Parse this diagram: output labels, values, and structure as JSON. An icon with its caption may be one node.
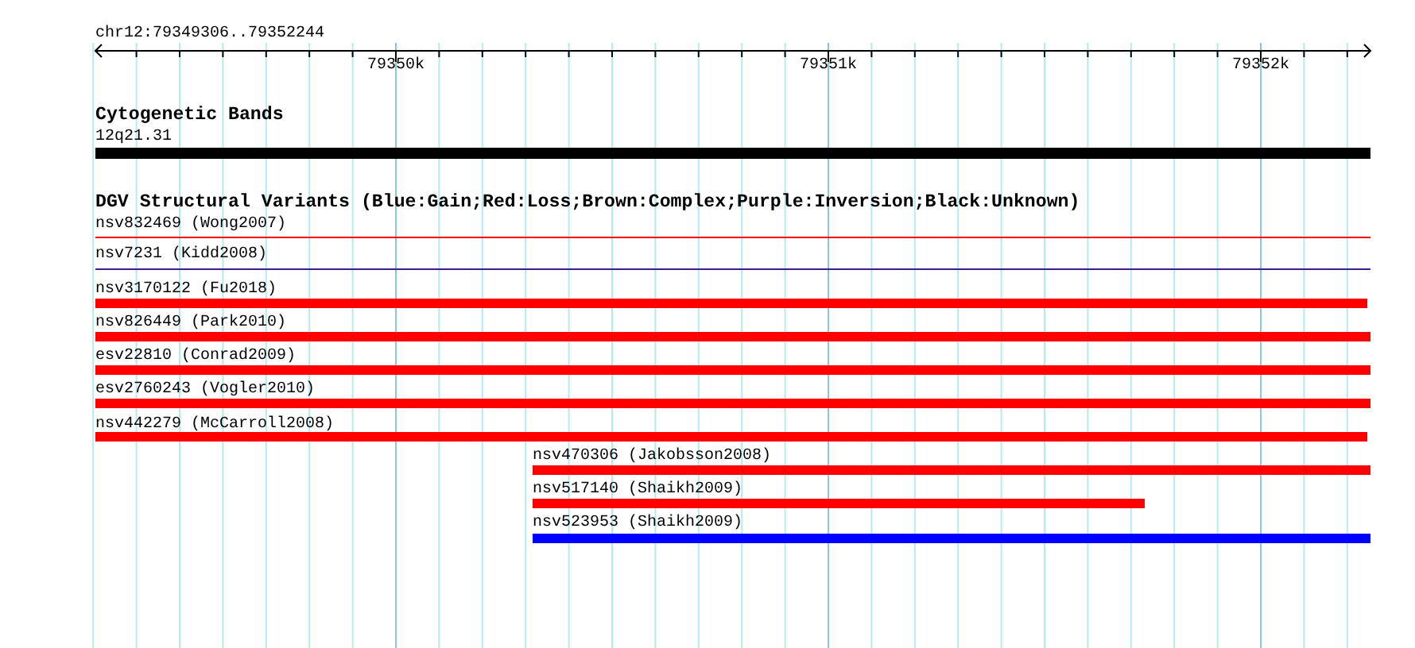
{
  "diagram": {
    "title": "chr12:79349306..79352244",
    "labels": [
      "79350k",
      "79351k",
      "79352k",
      "Cytogenetic Bands",
      "12q21.31",
      "DGV Structural Variants (Blue:Gain;Red:Loss;Brown:Complex;Purple:Inversion;Black:Unknown)",
      "nsv832469 (Wong2007)",
      "nsv7231 (Kidd2008)",
      "nsv3170122 (Fu2018)",
      "nsv826449 (Park2010)",
      "esv22810 (Conrad2009)",
      "esv2760243 (Vogler2010)",
      "nsv442279 (McCarroll2008)",
      "nsv470306 (Jakobsson2008)",
      "nsv517140 (Shaikh2009)",
      "nsv523953 (Shaikh2009)"
    ]
  }
}
